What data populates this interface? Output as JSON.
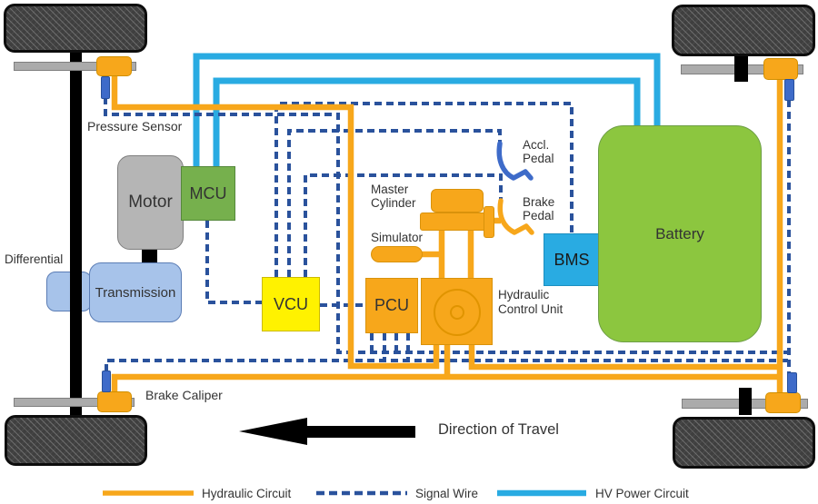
{
  "colors": {
    "hydraulic": "#F7A71B",
    "signal": "#2A529C",
    "hv_power": "#29ABE2",
    "sensor_blue": "#3E6BC9",
    "battery_green": "#8CC63F",
    "mcu_green": "#76B04D",
    "vcu_yellow": "#FFF200",
    "bms_cyan": "#29ABE2",
    "trans_blue": "#A7C3EA",
    "motor_gray": "#B5B5B5"
  },
  "components": {
    "motor": "Motor",
    "mcu": "MCU",
    "transmission": "Transmission",
    "differential": "Differential",
    "vcu": "VCU",
    "pcu": "PCU",
    "hydraulic_control_unit": "Hydraulic Control Unit",
    "bms": "BMS",
    "battery": "Battery",
    "master_cylinder": "Master Cylinder",
    "simulator": "Simulator",
    "accelerator_pedal": "Accl. Pedal",
    "brake_pedal": "Brake Pedal",
    "pressure_sensor": "Pressure Sensor",
    "brake_caliper": "Brake Caliper"
  },
  "annotations": {
    "direction_of_travel": "Direction of Travel"
  },
  "legend": {
    "items": [
      {
        "label": "Hydraulic Circuit",
        "line_style": "solid",
        "color": "#F7A71B"
      },
      {
        "label": "Signal Wire",
        "line_style": "dashed",
        "color": "#2A529C"
      },
      {
        "label": "HV Power Circuit",
        "line_style": "solid",
        "color": "#29ABE2"
      }
    ]
  }
}
